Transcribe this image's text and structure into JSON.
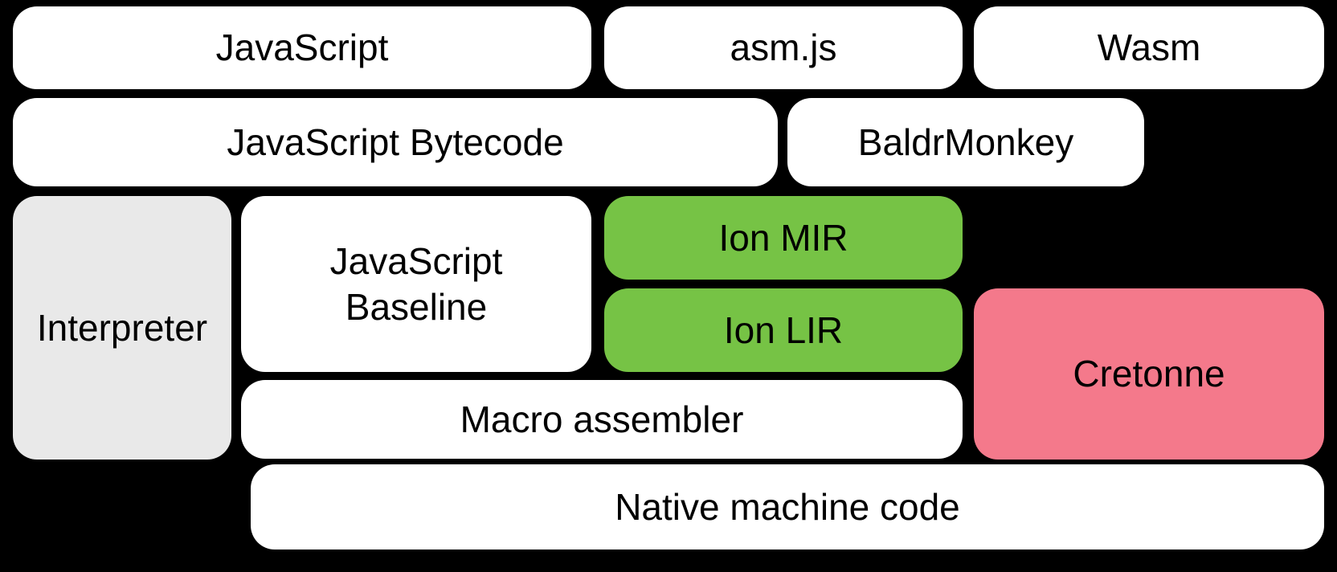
{
  "diagram": {
    "background_color": "#000000",
    "text_color": "#000000",
    "colors": {
      "default_box": "#ffffff",
      "interpreter_box": "#e9e9e9",
      "ion_box": "#76c345",
      "cretonne_box": "#f4798b"
    },
    "nodes": [
      {
        "id": "javascript",
        "label": "JavaScript",
        "color": "#ffffff"
      },
      {
        "id": "asm-js",
        "label": "asm.js",
        "color": "#ffffff"
      },
      {
        "id": "wasm",
        "label": "Wasm",
        "color": "#ffffff"
      },
      {
        "id": "javascript-bytecode",
        "label": "JavaScript Bytecode",
        "color": "#ffffff"
      },
      {
        "id": "baldrmonkey",
        "label": "BaldrMonkey",
        "color": "#ffffff"
      },
      {
        "id": "interpreter",
        "label": "Interpreter",
        "color": "#e9e9e9"
      },
      {
        "id": "javascript-baseline",
        "label": "JavaScript Baseline",
        "lines": [
          "JavaScript",
          "Baseline"
        ],
        "color": "#ffffff"
      },
      {
        "id": "ion-mir",
        "label": "Ion MIR",
        "color": "#76c345"
      },
      {
        "id": "ion-lir",
        "label": "Ion LIR",
        "color": "#76c345"
      },
      {
        "id": "cretonne",
        "label": "Cretonne",
        "color": "#f4798b"
      },
      {
        "id": "macro-assembler",
        "label": "Macro assembler",
        "color": "#ffffff"
      },
      {
        "id": "native-machine-code",
        "label": "Native machine code",
        "color": "#ffffff"
      }
    ]
  }
}
